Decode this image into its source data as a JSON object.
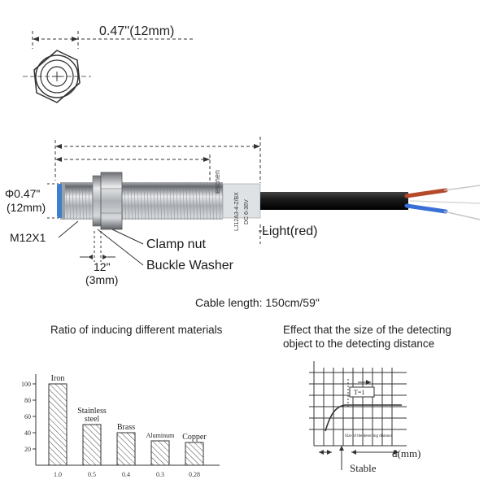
{
  "top_dimension": "0.47''(12mm)",
  "side": {
    "diameter_label_1": "Φ0.47\"",
    "diameter_label_2": "(12mm)",
    "thread_label": "M12X1",
    "washer_dim_1": "12\"",
    "washer_dim_2": "(3mm)"
  },
  "callouts": {
    "clamp_nut": "Clamp nut",
    "buckle_washer": "Buckle Washer",
    "light": "Light(red)"
  },
  "sensor_print": {
    "brand": "escnen",
    "model_line_1": "LJ12A3-4-Z/BX",
    "model_line_2": "DC 6-36V"
  },
  "cable_length": "Cable length: 150cm/59\"",
  "chart_left": {
    "caption": "Ratio of inducing different materials"
  },
  "chart_right": {
    "caption_line_1": "Effect that the size of the detecting",
    "caption_line_2": "object to the detecting distance",
    "t_label": "T=1",
    "inner_label": "Size of the detecting distance",
    "x_label": "d(mm)",
    "stable_label": "Stable"
  },
  "chart_data": {
    "type": "bar",
    "categories": [
      "Iron",
      "Stainless steel",
      "Brass",
      "Aluminum",
      "Copper"
    ],
    "values": [
      100,
      50,
      40,
      30,
      28
    ],
    "bar_labels": [
      "1.0",
      "0.5",
      "0.4",
      "0.3",
      "0.28"
    ],
    "y_ticks": [
      20,
      40,
      60,
      80,
      100
    ],
    "ylim": [
      0,
      100
    ],
    "title": "",
    "xlabel": "",
    "ylabel": "",
    "grid": false,
    "bar_fill": "hatched"
  },
  "colors": {
    "sensor_blue": "#3c7fd0",
    "wire_brown": "#b44a2a",
    "wire_blue": "#3a6fd8",
    "cable_black": "#1b1b1b",
    "metal": "#a9adb1"
  }
}
